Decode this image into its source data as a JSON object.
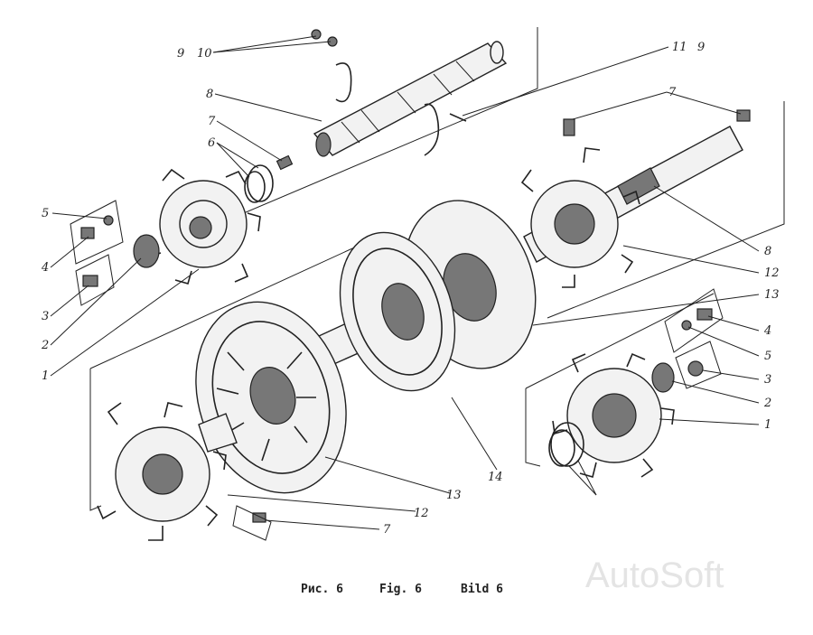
{
  "figure": {
    "caption_ru": "Рис. 6",
    "caption_en": "Fig. 6",
    "caption_de": "Bild 6",
    "watermark": "AutoSoft"
  },
  "labels": {
    "l9_left": "9",
    "l10": "10",
    "l11": "11",
    "l9_right": "9",
    "l8_top": "8",
    "l7_top": "7",
    "l6": "6",
    "l5_left": "5",
    "l4_left": "4",
    "l3_left": "3",
    "l2_left": "2",
    "l1_left": "1",
    "l7_right_top": "7",
    "l8_right": "8",
    "l12_right": "12",
    "l13_right": "13",
    "l4_right": "4",
    "l5_right": "5",
    "l3_right": "3",
    "l2_right": "2",
    "l1_right": "1",
    "l14": "14",
    "l13_bottom": "13",
    "l12_bottom": "12",
    "l7_bottom": "7"
  }
}
